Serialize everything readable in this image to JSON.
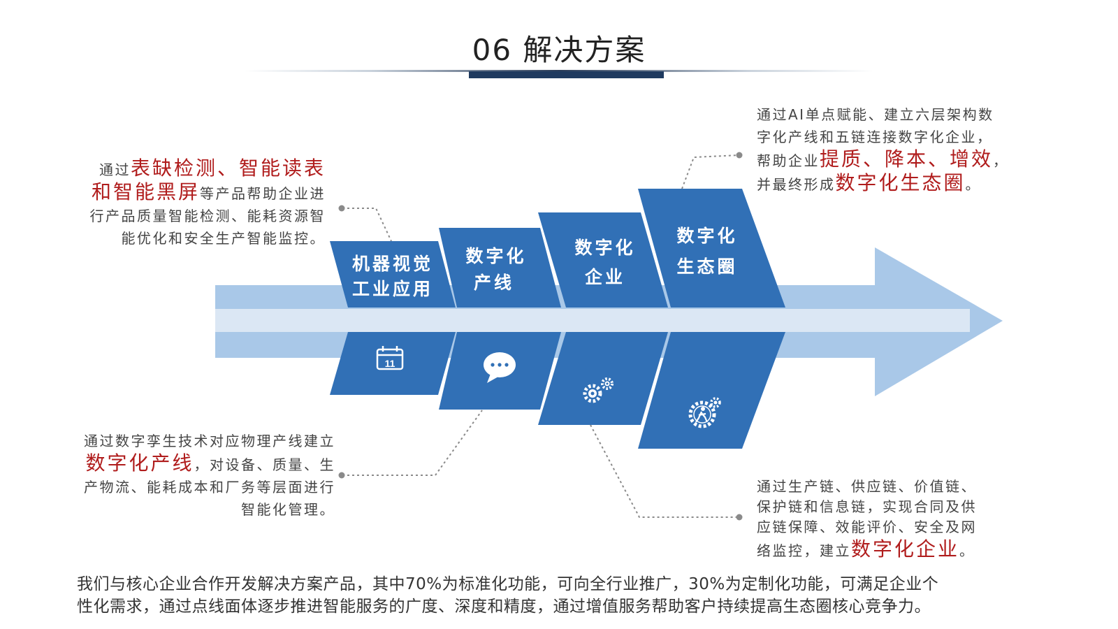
{
  "title": "06 解决方案",
  "stages": [
    {
      "line1": "机器视觉",
      "line2": "工业应用",
      "icon": "calendar-icon",
      "icon_text": "11"
    },
    {
      "line1": "数字化",
      "line2": "产线",
      "icon": "chat-bubble-icon"
    },
    {
      "line1": "数字化",
      "line2": "企业",
      "icon": "gears-icon"
    },
    {
      "line1": "数字化",
      "line2": "生态圈",
      "icon": "person-gear-icon"
    }
  ],
  "descriptions": {
    "top_left": {
      "pre": "通过",
      "hl1": "表缺检测、智能读表",
      "hl2": "和智能黑屏",
      "rest1": "等产品帮助企业进",
      "rest2": "行产品质量智能检测、能耗资源智",
      "rest3": "能优化和安全生产智能监控。"
    },
    "top_right": {
      "line1": "通过AI单点赋能、建立六层架构数",
      "line2": "字化产线和五链连接数字化企业，",
      "pre3": "帮助企业",
      "hl3": "提质、降本、增效",
      "post3": "，",
      "pre4": "并最终形成",
      "hl4": "数字化生态圈",
      "post4": "。"
    },
    "bottom_left": {
      "line1": "通过数字孪生技术对应物理产线建立",
      "hl2": "数字化产线",
      "post2": "，对设备、质量、生",
      "line3": "产物流、能耗成本和厂务等层面进行",
      "line4": "智能化管理。"
    },
    "bottom_right": {
      "line1": "通过生产链、供应链、价值链、",
      "line2": "保护链和信息链，实现合同及供",
      "line3": "应链保障、效能评价、安全及网",
      "pre4": "络监控，建立",
      "hl4": "数字化企业",
      "post4": "。"
    }
  },
  "footer": {
    "line1": "我们与核心企业合作开发解决方案产品，其中70%为标准化功能，可向全行业推广，30%为定制化功能，可满足企业个",
    "line2": "性化需求，通过点线面体逐步推进智能服务的广度、深度和精度，通过增值服务帮助客户持续提高生态圈核心竞争力。"
  },
  "colors": {
    "stage_blue": "#3170b6",
    "arrow_light": "#a9c8e8",
    "arrow_band": "#dbe7f4",
    "highlight_red": "#b01c1c",
    "title_bar": "#1f3a5f"
  }
}
